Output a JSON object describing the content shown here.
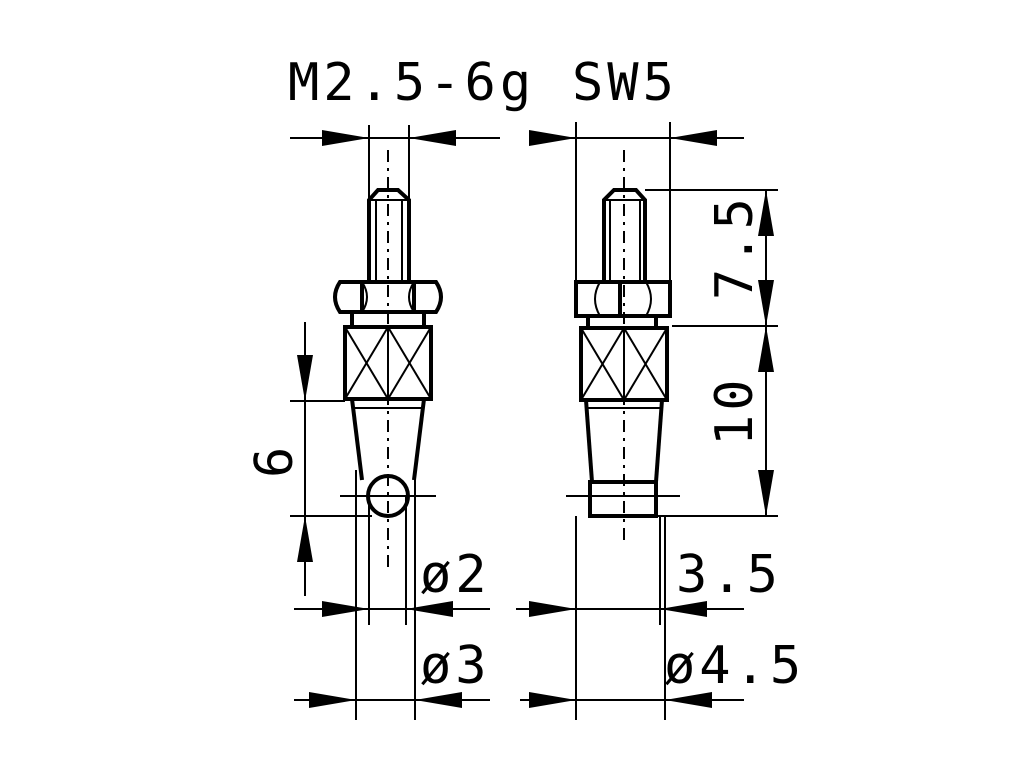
{
  "dimensions": {
    "thread": "M2.5-6g",
    "wrench_size": "SW5",
    "length_upper": "7.5",
    "length_lower": "10",
    "height_left": "6",
    "diameter_2": "ø2",
    "diameter_3": "ø3",
    "width_3_5": "3.5",
    "diameter_4_5": "ø4.5"
  }
}
